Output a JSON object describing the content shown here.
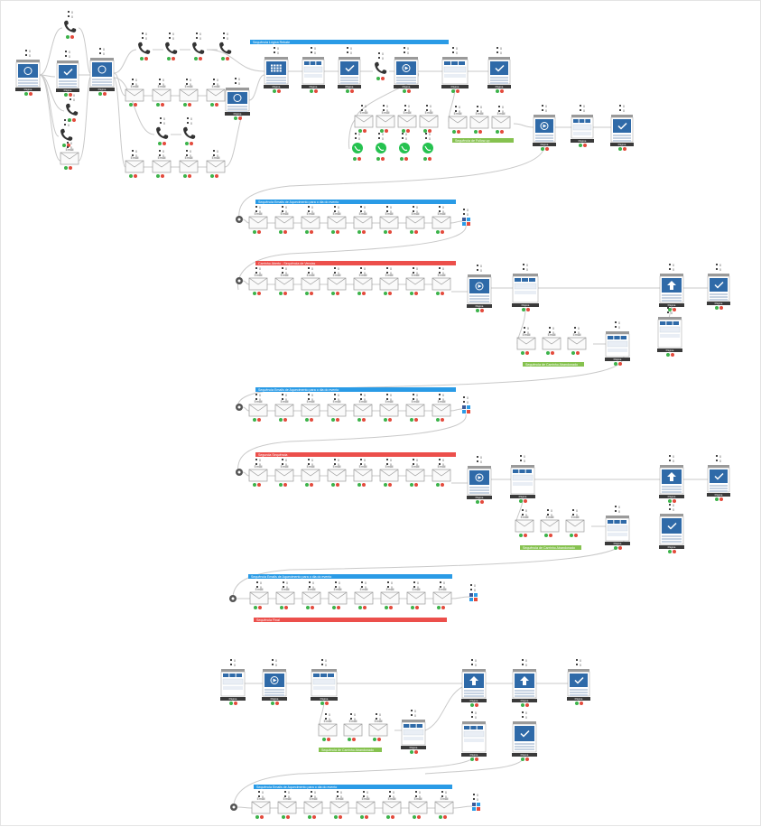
{
  "colors": {
    "blue_bar": "#2a9be6",
    "red_bar": "#ec4f4b",
    "green_bar": "#86c24f",
    "page_blue": "#2f6aa8",
    "dark_label": "#3a3a3a",
    "connector": "#c9c9c9",
    "dot_green": "#3cb34a",
    "dot_red": "#e34a3c",
    "whatsapp": "#25c24f"
  },
  "icons": [
    "envelope-icon",
    "phone-icon",
    "whatsapp-icon",
    "calendar-icon",
    "video-play-icon",
    "checkmark-icon",
    "upload-arrow-icon",
    "timer-icon",
    "users-icon",
    "facebook-icon",
    "stop-icon"
  ],
  "band_labels": [
    "Sequência Lógica Rebate",
    "Sequência Emails de Aquecimento para o dia do evento",
    "Carrinho Aberto - Sequência de Vendas",
    "Sequência Emails de Aquecimento para o dia do evento",
    "Segunda Sequência",
    "Sequência Emails de Aquecimento para o dia do evento",
    "Sequência Final",
    "Sequência Emails de Aquecimento para o dia do evento"
  ],
  "green_labels": [
    "Sequência de Follow-up",
    "Sequência de Carrinho Abandonado",
    "Sequência de Carrinho Abandonado",
    "Sequência de Carrinho Abandonado"
  ],
  "node_caption": "Página",
  "email_caption": "Email",
  "stats": {
    "visits": "0",
    "conversions": "0"
  }
}
